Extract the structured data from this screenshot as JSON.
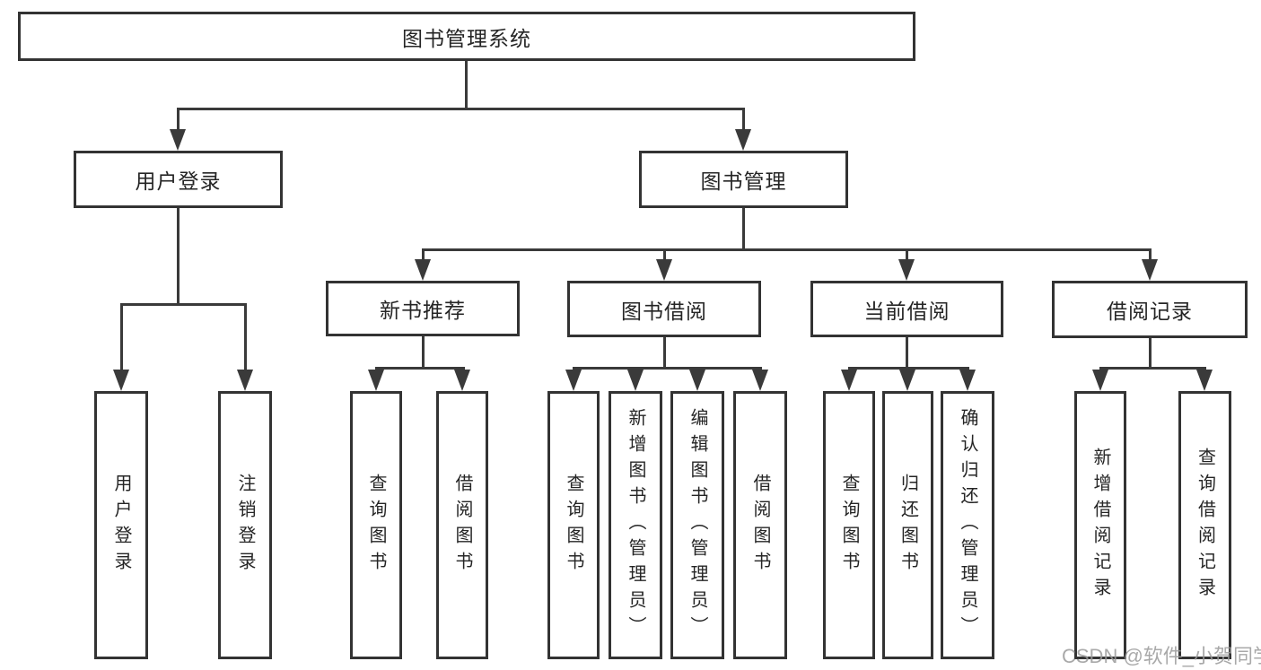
{
  "diagram": {
    "root": "图书管理系统",
    "branches": [
      {
        "label": "用户登录",
        "children": [
          "用户登录",
          "注销登录"
        ]
      },
      {
        "label": "图书管理",
        "children": [
          {
            "label": "新书推荐",
            "children": [
              "查询图书",
              "借阅图书"
            ]
          },
          {
            "label": "图书借阅",
            "children": [
              "查询图书",
              "新增图书（管理员）",
              "编辑图书（管理员）",
              "借阅图书"
            ]
          },
          {
            "label": "当前借阅",
            "children": [
              "查询图书",
              "归还图书",
              "确认归还（管理员）"
            ]
          },
          {
            "label": "借阅记录",
            "children": [
              "新增借阅记录",
              "查询借阅记录"
            ]
          }
        ]
      }
    ]
  },
  "watermark": "CSDN @软件_小贺同学",
  "colors": {
    "line": "#3a3a3a",
    "box_border": "#333333",
    "box_fill": "#ffffff",
    "text": "#252525",
    "watermark": "#9b9b9b"
  }
}
